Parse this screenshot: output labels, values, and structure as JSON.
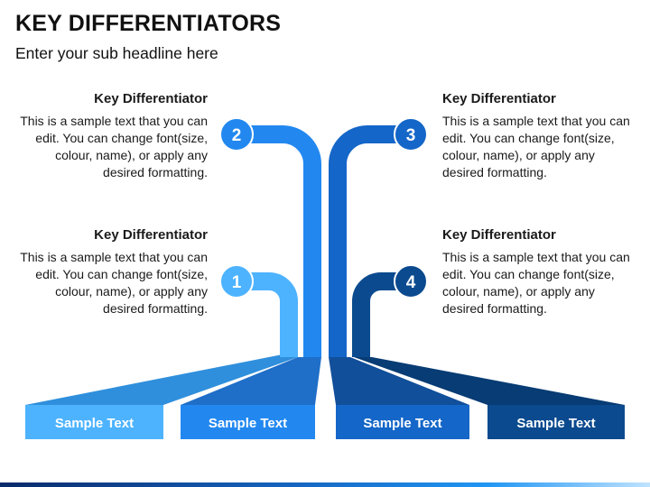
{
  "header": {
    "title": "KEY DIFFERENTIATORS",
    "subtitle": "Enter your sub headline here"
  },
  "items": [
    {
      "number": "1",
      "heading": "Key Differentiator",
      "text": "This is a sample text that you can edit. You can change font(size, colour, name), or apply any desired formatting.",
      "box_label": "Sample Text",
      "color": "#4db3ff"
    },
    {
      "number": "2",
      "heading": "Key Differentiator",
      "text": "This is a sample text that you can edit. You can change font(size, colour, name), or apply any desired formatting.",
      "box_label": "Sample Text",
      "color": "#2288f0"
    },
    {
      "number": "3",
      "heading": "Key Differentiator",
      "text": "This is a sample text that you can edit. You can change font(size, colour, name), or apply any desired formatting.",
      "box_label": "Sample Text",
      "color": "#1466c8"
    },
    {
      "number": "4",
      "heading": "Key Differentiator",
      "text": "This is a sample text that you can edit. You can change font(size, colour, name), or apply any desired formatting.",
      "box_label": "Sample Text",
      "color": "#0b4a8e"
    }
  ]
}
